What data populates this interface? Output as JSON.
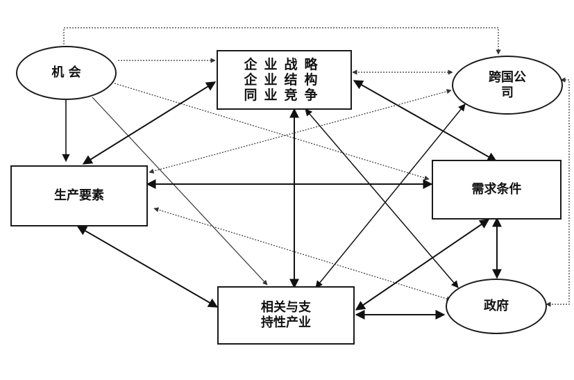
{
  "nodes": {
    "chance": {
      "lines": [
        "机 会"
      ]
    },
    "strategy": {
      "lines": [
        "企业战略",
        "企业结构",
        "同业竞争"
      ]
    },
    "multinational": {
      "lines": [
        "跨国公",
        "司"
      ]
    },
    "factors": {
      "lines": [
        "生产要素"
      ]
    },
    "demand": {
      "lines": [
        "需求条件"
      ]
    },
    "related": {
      "lines": [
        "相关与支",
        "持性产业"
      ]
    },
    "government": {
      "lines": [
        "政府"
      ]
    }
  }
}
